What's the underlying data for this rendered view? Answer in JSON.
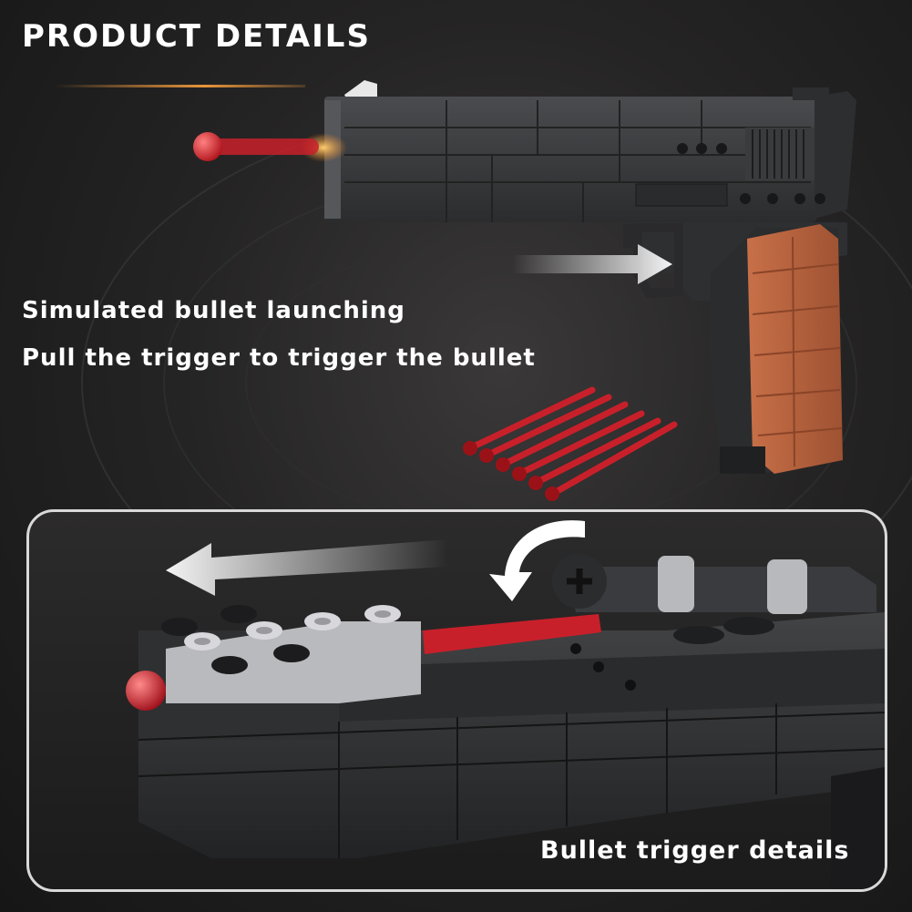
{
  "header": {
    "title": "PRODUCT DETAILS"
  },
  "captions": {
    "line1": "Simulated bullet launching",
    "line2": "Pull the trigger to trigger the bullet",
    "detail": "Bullet trigger details"
  },
  "icons": {
    "motion_arrow": "right-arrow-icon",
    "slide_arrow": "left-arrow-icon",
    "rotate_arrow": "curved-arrow-icon"
  },
  "colors": {
    "background": "#252424",
    "bullet_red": "#c8202a",
    "grip_orange": "#b8623d",
    "brick_gray": "#3a3b3d",
    "panel_border": "#d9d9d9",
    "text": "#ffffff"
  }
}
